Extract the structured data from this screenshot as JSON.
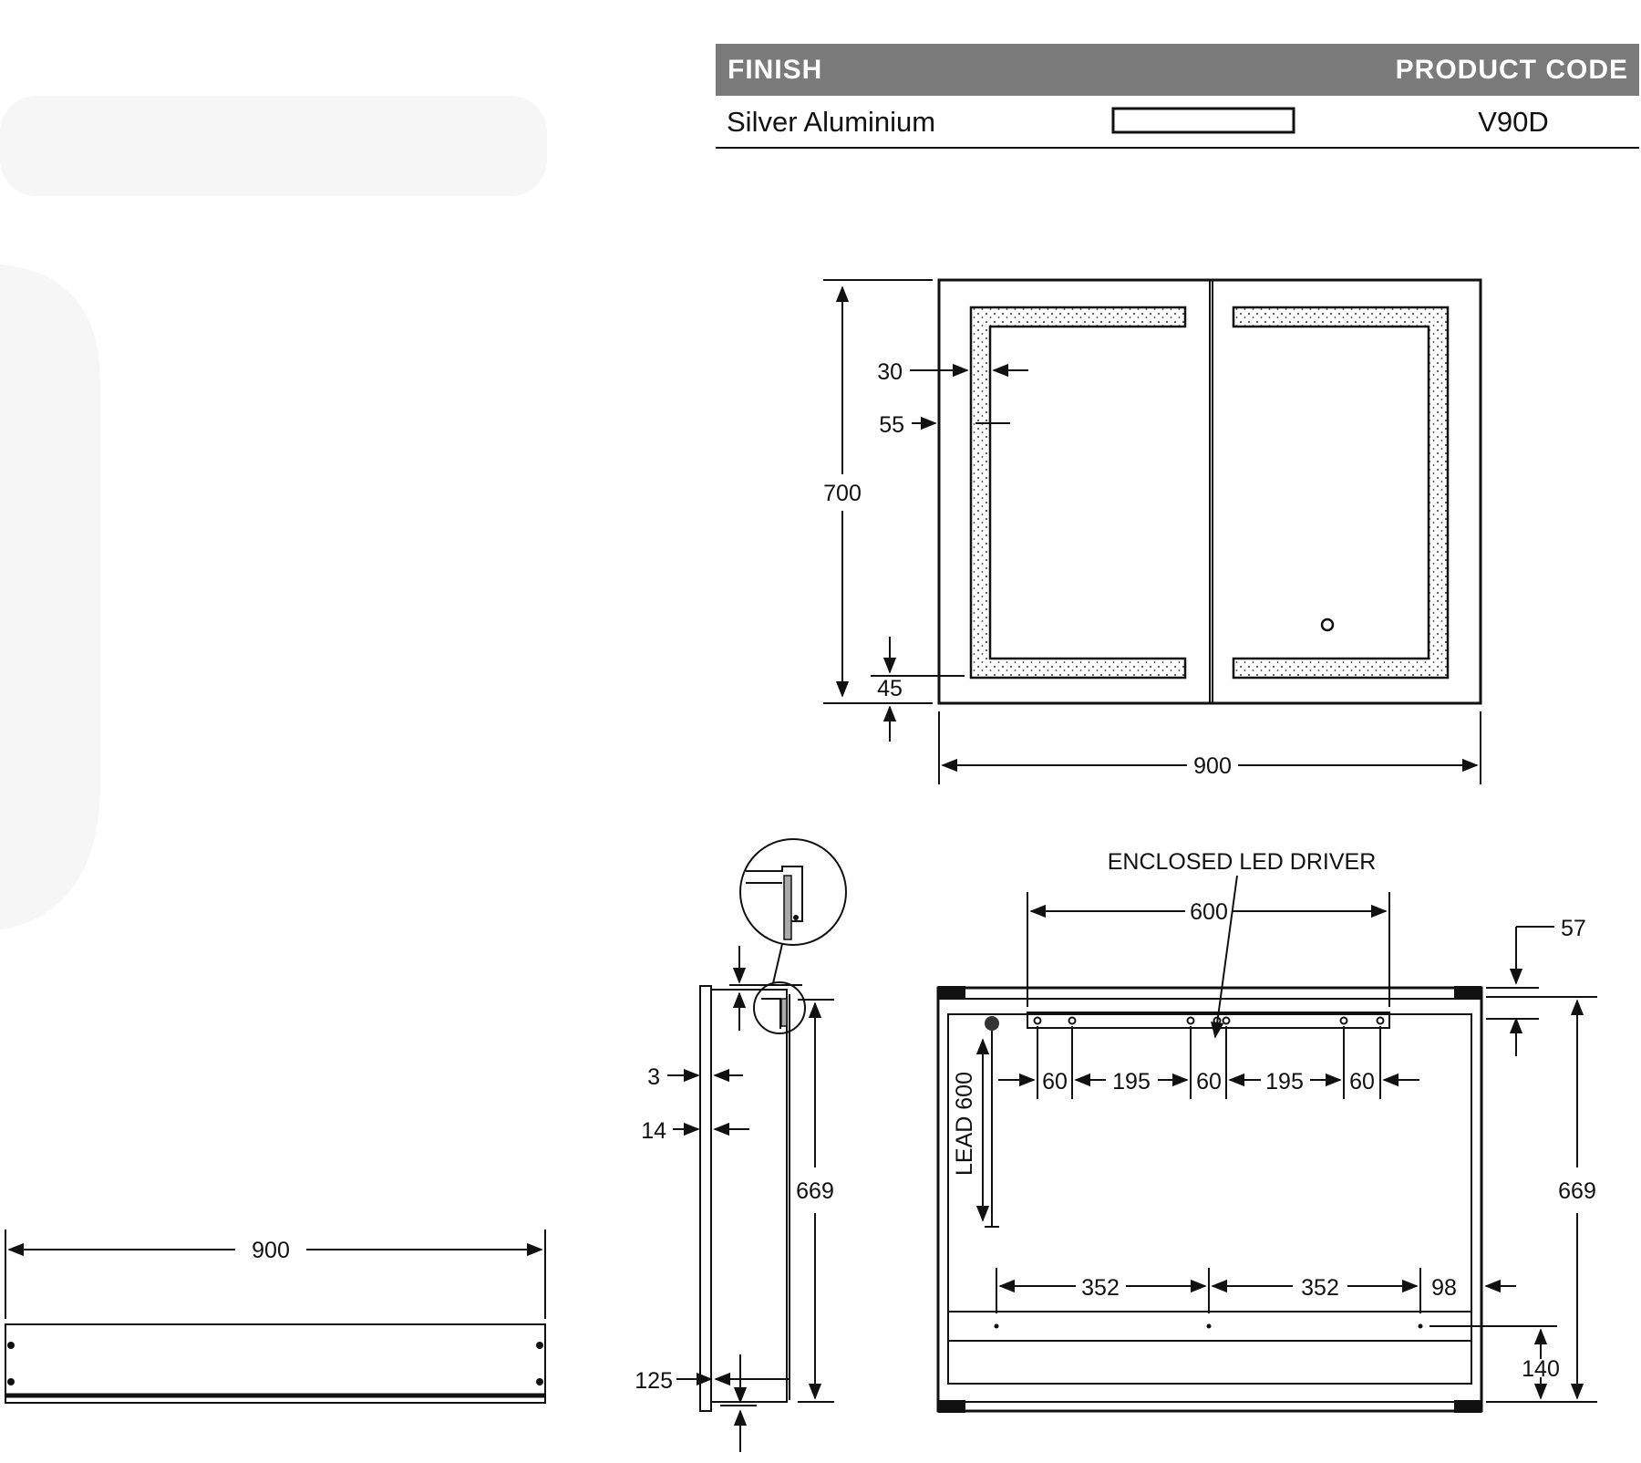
{
  "table": {
    "header_left": "FINISH",
    "header_right": "PRODUCT CODE",
    "finish": "Silver Aluminium",
    "code": "V90D",
    "header_color": "#7a7a7a"
  },
  "front_view": {
    "height": "700",
    "width": "900",
    "frame_in": "30",
    "light_strip": "55",
    "bottom": "45"
  },
  "plan_view": {
    "width": "900"
  },
  "side_view": {
    "d3": "3",
    "d14": "14",
    "height": "669",
    "d125": "125"
  },
  "rear_view": {
    "driver_label": "ENCLOSED LED DRIVER",
    "d600": "600",
    "d57": "57",
    "d60a": "60",
    "d195a": "195",
    "d60b": "60",
    "d195b": "195",
    "d60c": "60",
    "lead": "LEAD 600",
    "height": "669",
    "d352a": "352",
    "d352b": "352",
    "d98": "98",
    "d140": "140"
  }
}
